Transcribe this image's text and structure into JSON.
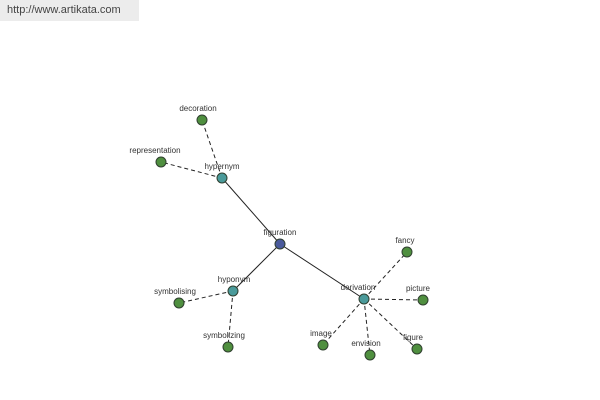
{
  "header": {
    "url_text": "http://www.artikata.com"
  },
  "colors": {
    "center": "#4a5a9c",
    "relation": "#4a9a9a",
    "leaf": "#4f8f3f",
    "node_stroke": "#2f3f2f",
    "edge": "#222222"
  },
  "nodes": [
    {
      "id": "figuration",
      "label": "figuration",
      "kind": "center"
    },
    {
      "id": "hypernym",
      "label": "hypernym",
      "kind": "relation"
    },
    {
      "id": "hyponym",
      "label": "hyponym",
      "kind": "relation"
    },
    {
      "id": "derivation",
      "label": "derivation",
      "kind": "relation"
    },
    {
      "id": "decoration",
      "label": "decoration",
      "kind": "leaf"
    },
    {
      "id": "representation",
      "label": "representation",
      "kind": "leaf"
    },
    {
      "id": "symbolising",
      "label": "symbolising",
      "kind": "leaf"
    },
    {
      "id": "symbolizing",
      "label": "symbolizing",
      "kind": "leaf"
    },
    {
      "id": "fancy",
      "label": "fancy",
      "kind": "leaf"
    },
    {
      "id": "picture",
      "label": "picture",
      "kind": "leaf"
    },
    {
      "id": "figure",
      "label": "figure",
      "kind": "leaf"
    },
    {
      "id": "envision",
      "label": "envision",
      "kind": "leaf"
    },
    {
      "id": "image",
      "label": "image",
      "kind": "leaf"
    }
  ],
  "edges": [
    {
      "from": "figuration",
      "to": "hypernym",
      "style": "solid"
    },
    {
      "from": "figuration",
      "to": "hyponym",
      "style": "solid"
    },
    {
      "from": "figuration",
      "to": "derivation",
      "style": "solid"
    },
    {
      "from": "hypernym",
      "to": "decoration",
      "style": "dashed"
    },
    {
      "from": "hypernym",
      "to": "representation",
      "style": "dashed"
    },
    {
      "from": "hyponym",
      "to": "symbolising",
      "style": "dashed"
    },
    {
      "from": "hyponym",
      "to": "symbolizing",
      "style": "dashed"
    },
    {
      "from": "derivation",
      "to": "fancy",
      "style": "dashed"
    },
    {
      "from": "derivation",
      "to": "picture",
      "style": "dashed"
    },
    {
      "from": "derivation",
      "to": "figure",
      "style": "dashed"
    },
    {
      "from": "derivation",
      "to": "envision",
      "style": "dashed"
    },
    {
      "from": "derivation",
      "to": "image",
      "style": "dashed"
    }
  ]
}
